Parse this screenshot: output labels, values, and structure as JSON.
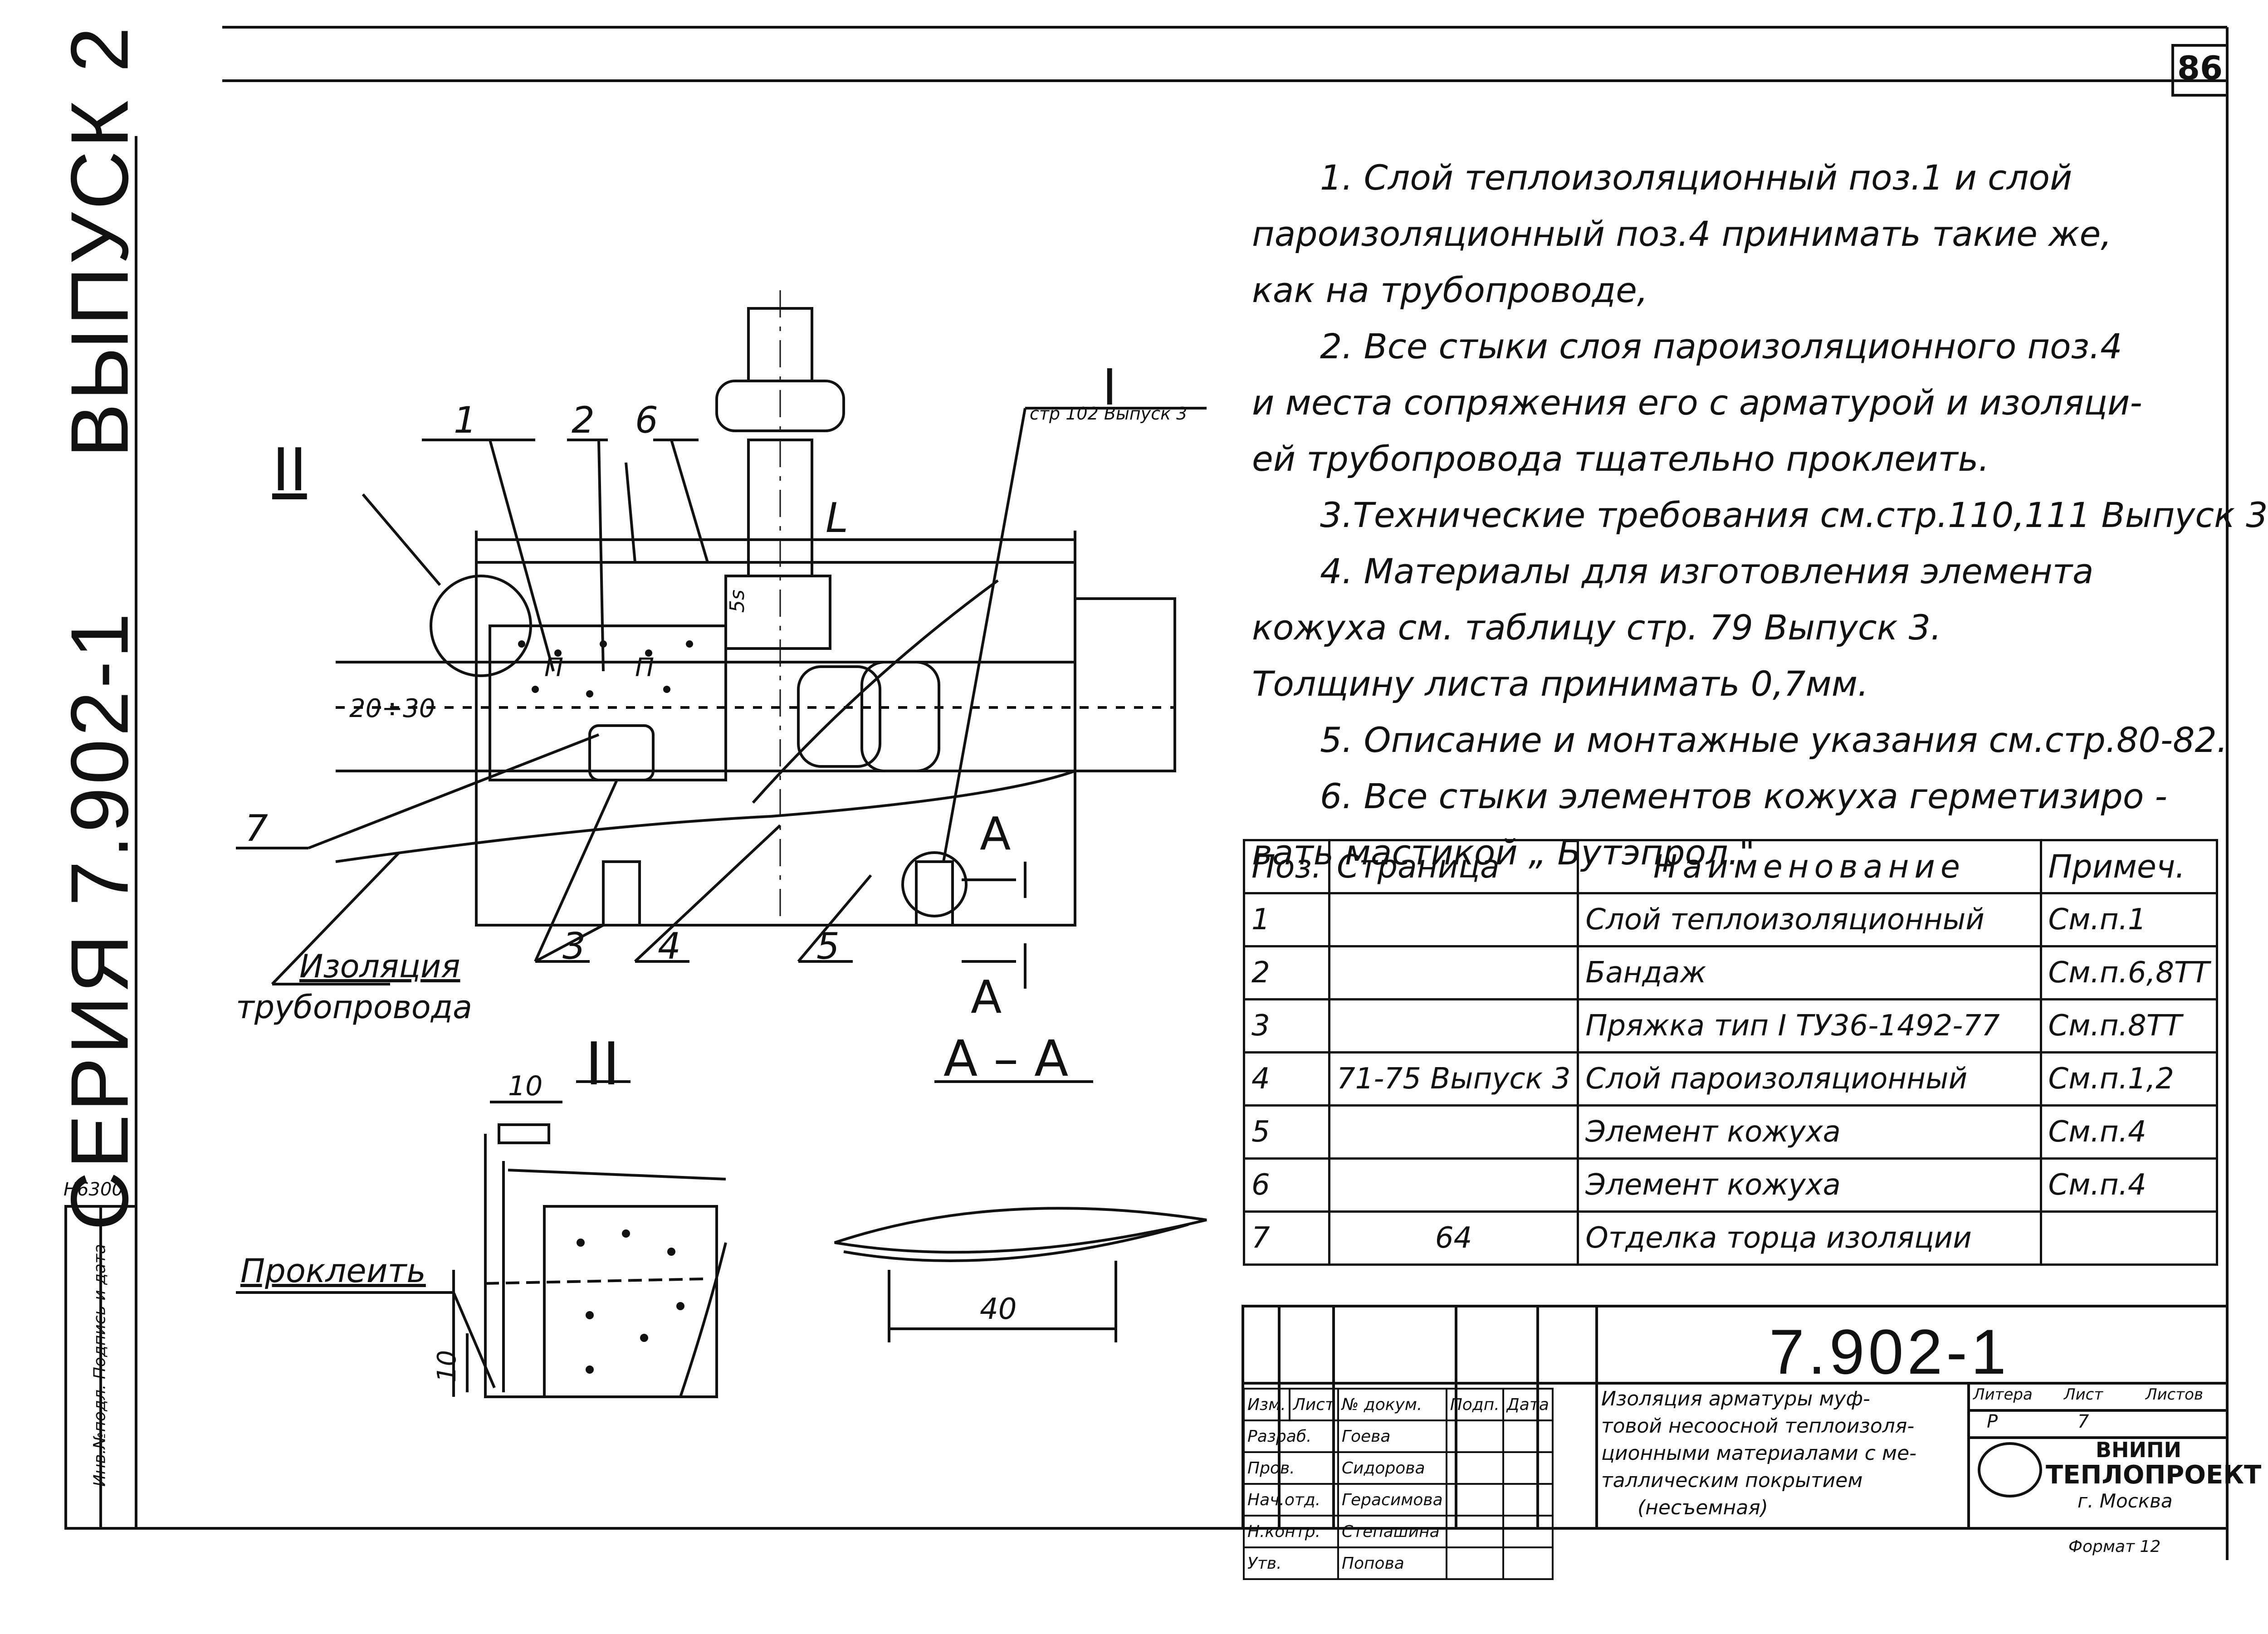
{
  "sheet_number": "86",
  "series": {
    "label": "СЕРИЯ 7.902-1",
    "issue": "ВЫПУСК 2"
  },
  "side_stamp": {
    "code": "Н6300",
    "fields": "Инв.№подл. Подпись и дата"
  },
  "notes": [
    "1. Слой теплоизоляционный поз.1 и слой",
    "пароизоляционный поз.4 принимать такие же,",
    "как на трубопроводе,",
    "2. Все стыки слоя пароизоляционного поз.4",
    "и места сопряжения его с арматурой и изоляци-",
    "ей трубопровода тщательно проклеить.",
    "3.Технические требования см.стр.110,111 Выпуск 3.",
    "4. Материалы для изготовления элемента",
    "кожуха см. таблицу стр. 79 Выпуск 3.",
    "Толщину листа принимать 0,7мм.",
    "5. Описание и монтажные указания см.стр.80-82.",
    "6. Все стыки элементов кожуха герметизиро -",
    "вать мастикой „ Бутэпрол.\""
  ],
  "spec_table": {
    "headers": [
      "Поз.",
      "Страница",
      "Наименование",
      "Примеч."
    ],
    "rows": [
      [
        "1",
        "",
        "Слой теплоизоляционный",
        "См.п.1"
      ],
      [
        "2",
        "",
        "Бандаж",
        "См.п.6,8ТТ"
      ],
      [
        "3",
        "",
        "Пряжка тип I ТУ36-1492-77",
        "См.п.8ТТ"
      ],
      [
        "4",
        "71-75 Выпуск 3",
        "Слой пароизоляционный",
        "См.п.1,2"
      ],
      [
        "5",
        "",
        "Элемент кожуха",
        "См.п.4"
      ],
      [
        "6",
        "",
        "Элемент кожуха",
        "См.п.4"
      ],
      [
        "7",
        "64",
        "Отделка торца изоляции",
        ""
      ]
    ]
  },
  "drawing_labels": {
    "view_ii": "II",
    "section_i": "I",
    "section_i_ref": "стр 102 Выпуск 3",
    "dim_l": "L",
    "dim_20_30": "20÷30",
    "dim_5s": "5s",
    "dim_10a": "10",
    "dim_10b": "10",
    "dim_40": "40",
    "pos": [
      "1",
      "2",
      "6",
      "7",
      "3",
      "4",
      "5"
    ],
    "insulation_label_1": "Изоляция",
    "insulation_label_2": "трубопровода",
    "section_mark": "A",
    "section_title": "A – A",
    "glue_label": "Проклеить",
    "p_mark": "П"
  },
  "title_block": {
    "doc_code": "7.902-1",
    "title_lines": [
      "Изоляция арматуры муф-",
      "товой несоосной теплоизоля-",
      "ционными материалами с ме-",
      "таллическим покрытием",
      "(несъемная)"
    ],
    "header_cells": [
      "Изм.",
      "Лист",
      "№ докум.",
      "Подп.",
      "Дата"
    ],
    "roles": [
      {
        "role": "Разраб.",
        "name": "Гоева"
      },
      {
        "role": "Пров.",
        "name": "Сидорова"
      },
      {
        "role": "Нач.отд.",
        "name": "Герасимова"
      },
      {
        "role": "Н.контр.",
        "name": "Степашина"
      },
      {
        "role": "Утв.",
        "name": "Попова"
      }
    ],
    "stage_headers": [
      "Литера",
      "Лист",
      "Листов"
    ],
    "stage_values": [
      "Р",
      "7",
      ""
    ],
    "org_1": "ВНИПИ",
    "org_2": "ТЕПЛОПРОЕКТ",
    "city": "г. Москва",
    "format": "Формат 12"
  }
}
